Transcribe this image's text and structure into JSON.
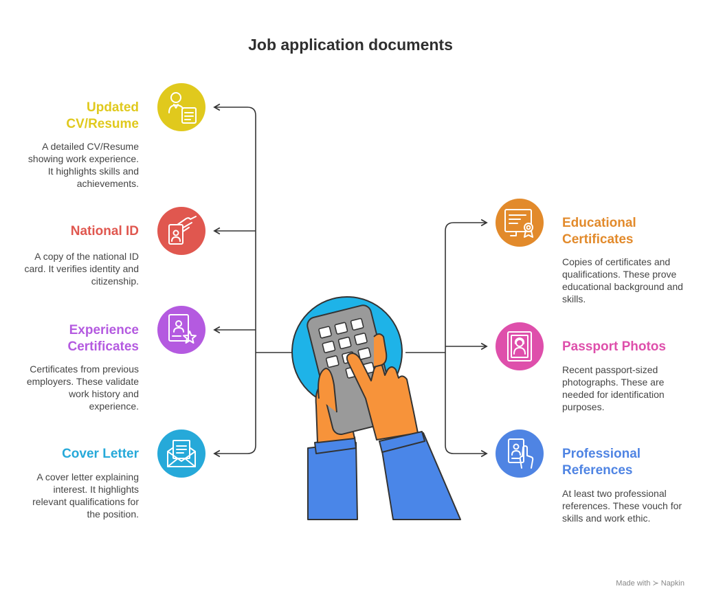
{
  "title": "Job application documents",
  "colors": {
    "yellow": "#e0c91d",
    "red": "#e0574f",
    "purple": "#b45ae0",
    "cyan": "#26a9d9",
    "orange": "#e28a2b",
    "pink": "#de4fab",
    "blue": "#4f84e3",
    "connector": "#333333"
  },
  "left_items": [
    {
      "heading": "Updated CV/Resume",
      "desc": "A detailed CV/Resume showing work experience. It highlights skills and achievements.",
      "icon": "resume-icon"
    },
    {
      "heading": "National ID",
      "desc": "A copy of the national ID card. It verifies identity and citizenship.",
      "icon": "id-card-icon"
    },
    {
      "heading": "Experience Certificates",
      "desc": "Certificates from previous employers. These validate work history and experience.",
      "icon": "certificate-star-icon"
    },
    {
      "heading": "Cover Letter",
      "desc": "A cover letter explaining interest. It highlights relevant qualifications for the position.",
      "icon": "envelope-letter-icon"
    }
  ],
  "right_items": [
    {
      "heading": "Educational Certificates",
      "desc": "Copies of certificates and qualifications. These prove educational background and skills.",
      "icon": "diploma-icon"
    },
    {
      "heading": "Passport Photos",
      "desc": "Recent passport-sized photographs. These are needed for identification purposes.",
      "icon": "portrait-photo-icon"
    },
    {
      "heading": "Professional References",
      "desc": "At least two professional references. These vouch for skills and work ethic.",
      "icon": "reference-hand-icon"
    }
  ],
  "watermark": "Made with ≻ Napkin"
}
